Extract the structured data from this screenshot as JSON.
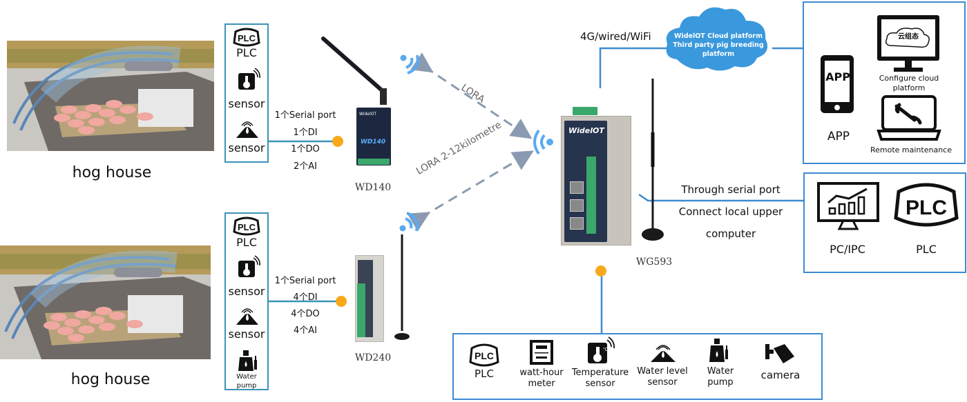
{
  "hog_houses": [
    {
      "label": "hog house"
    },
    {
      "label": "hog house"
    }
  ],
  "left_panels": [
    {
      "items": [
        {
          "icon": "plc-icon",
          "label": "PLC"
        },
        {
          "icon": "temperature-sensor-icon",
          "label": "sensor"
        },
        {
          "icon": "water-level-sensor-icon",
          "label": "sensor"
        }
      ],
      "interfaces": [
        "1个Serial port",
        "1个DI",
        "1个DO",
        "2个AI"
      ]
    },
    {
      "items": [
        {
          "icon": "plc-icon",
          "label": "PLC"
        },
        {
          "icon": "temperature-sensor-icon",
          "label": "sensor"
        },
        {
          "icon": "water-level-sensor-icon",
          "label": "sensor"
        },
        {
          "icon": "water-pump-icon",
          "label": "Water pump"
        }
      ],
      "interfaces": [
        "1个Serial port",
        "4个DI",
        "4个DO",
        "4个AI"
      ]
    }
  ],
  "devices": {
    "wd140": {
      "model": "WD140",
      "brand": "WidelOT"
    },
    "wd240": {
      "model": "WD240"
    },
    "wg593": {
      "model": "WG593",
      "brand": "WidelOT"
    }
  },
  "links": {
    "lora_top": "LORA",
    "lora_bottom": "LORA  2-12kilometre",
    "uplink": "4G/wired/WiFi"
  },
  "cloud": {
    "line1": "WidelOT Cloud platform",
    "line2": "Third party pig breeding",
    "line3": "platform"
  },
  "remote_panel": {
    "app_screen": "APP",
    "app_label": "APP",
    "cloud_screen": "云组态",
    "configure_label_1": "Configure cloud",
    "configure_label_2": "platform",
    "maintenance_label": "Remote maintenance"
  },
  "serial_link": {
    "line1": "Through serial port",
    "line2": "Connect local upper",
    "line3": "computer"
  },
  "local_panel": {
    "items": [
      {
        "icon": "pc-ipc-icon",
        "label": "PC/IPC"
      },
      {
        "icon": "plc-icon",
        "label": "PLC"
      }
    ]
  },
  "bottom_panel": {
    "items": [
      {
        "icon": "plc-icon",
        "label": "PLC"
      },
      {
        "icon": "watt-hour-meter-icon",
        "label": "watt-hour\nmeter"
      },
      {
        "icon": "temperature-sensor-icon",
        "label": "Temperature\nsensor"
      },
      {
        "icon": "water-level-sensor-icon",
        "label": "Water level\nsensor"
      },
      {
        "icon": "water-pump-icon",
        "label": "Water\npump"
      },
      {
        "icon": "camera-icon",
        "label": "camera"
      }
    ]
  },
  "colors": {
    "line_blue": "#3c8ad0",
    "line_teal": "#3a93b8",
    "node_orange": "#f7a81b",
    "wifi_blue": "#5aaaf0",
    "lora_dash": "#8a9ab0",
    "cloud_blue": "#3a98dc"
  }
}
